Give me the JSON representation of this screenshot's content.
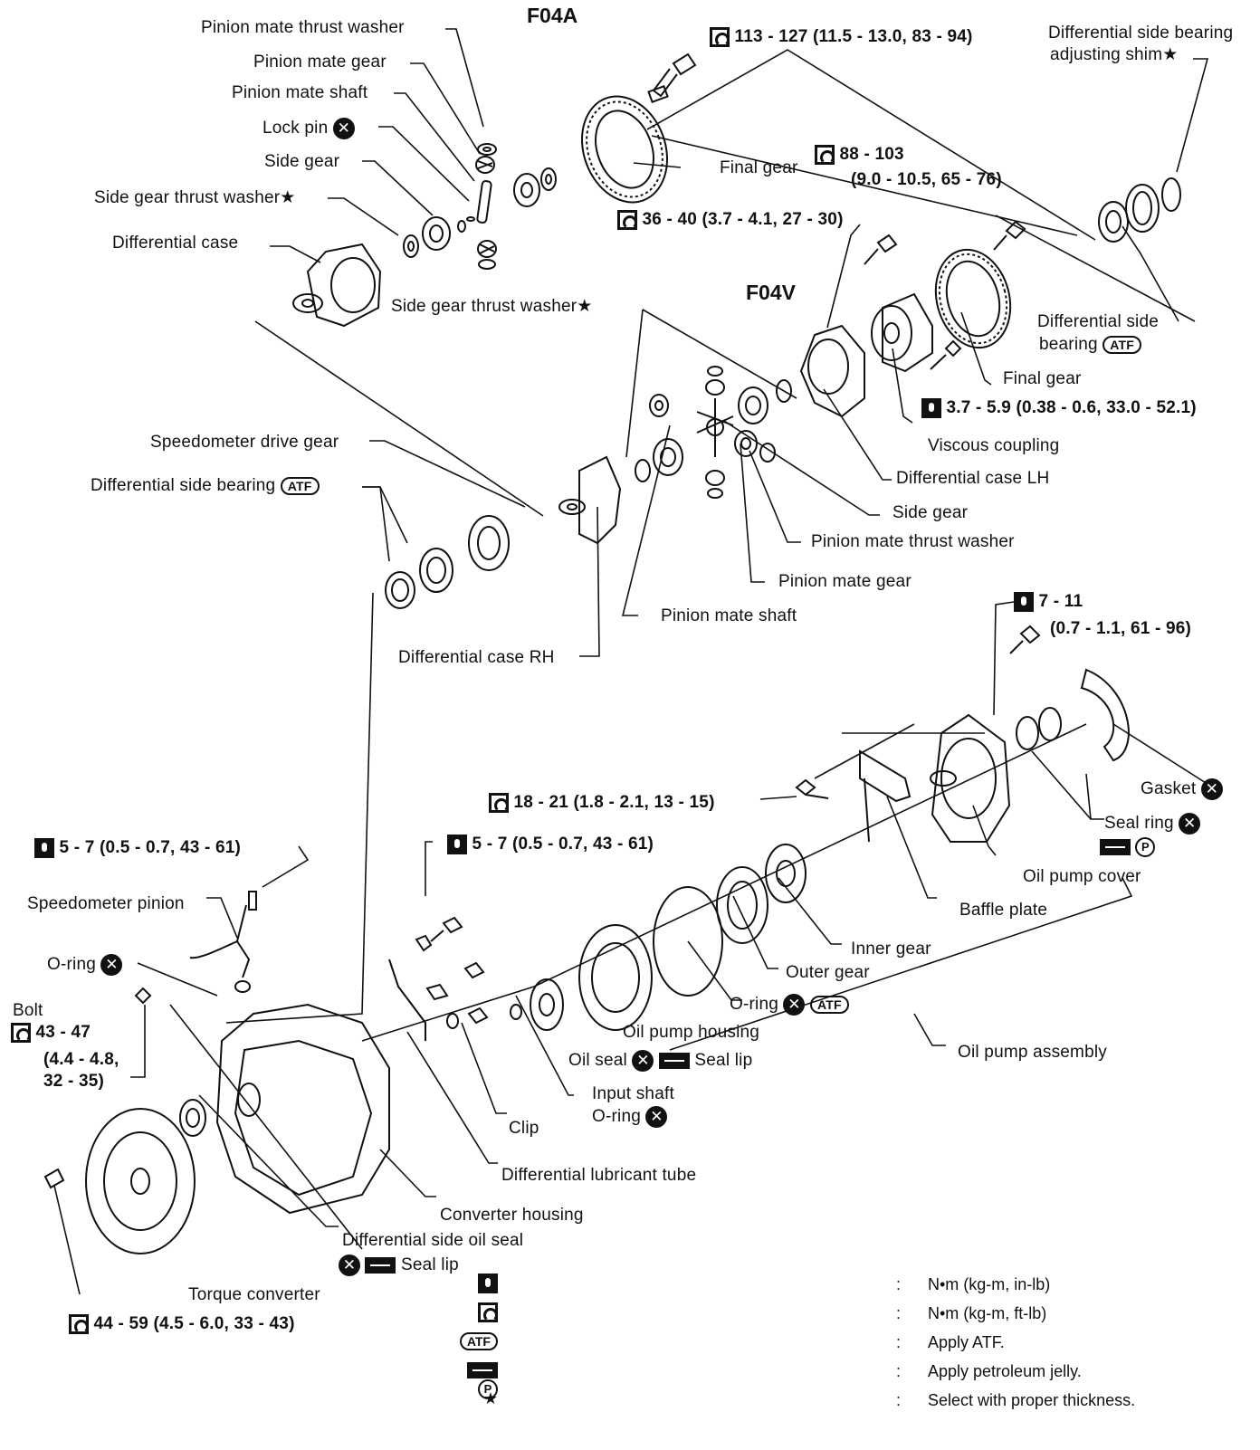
{
  "titles": {
    "f04a": "F04A",
    "f04v": "F04V"
  },
  "labels": {
    "pinion_mate_thrust_washer_top": "Pinion mate thrust washer",
    "pinion_mate_gear_top": "Pinion mate gear",
    "pinion_mate_shaft_top": "Pinion mate shaft",
    "lock_pin": "Lock pin",
    "side_gear_top": "Side gear",
    "side_gear_thrust_washer_top": "Side gear thrust washer",
    "differential_case": "Differential case",
    "side_gear_thrust_washer_mid": "Side gear thrust washer",
    "torque_final_gear_bolt_top": "113 - 127 (11.5 - 13.0, 83 - 94)",
    "diff_side_bearing_shim_1": "Differential side bearing",
    "diff_side_bearing_shim_2": "adjusting shim",
    "final_gear_top": "Final gear",
    "torque_final_gear_1": "88 - 103",
    "torque_final_gear_2": "(9.0 - 10.5, 65 - 76)",
    "torque_36_40": "36 - 40 (3.7 - 4.1, 27 - 30)",
    "diff_side_bearing_right_1": "Differential side",
    "diff_side_bearing_right_2": "bearing",
    "final_gear_right": "Final gear",
    "torque_viscous": "3.7 - 5.9 (0.38 - 0.6, 33.0 - 52.1)",
    "viscous_coupling": "Viscous coupling",
    "differential_case_lh": "Differential case LH",
    "side_gear_right": "Side gear",
    "pinion_mate_thrust_washer_right": "Pinion mate thrust washer",
    "pinion_mate_gear_right": "Pinion mate gear",
    "pinion_mate_shaft_mid": "Pinion mate shaft",
    "speedometer_drive_gear": "Speedometer drive gear",
    "differential_side_bearing_left": "Differential side bearing",
    "differential_case_rh": "Differential case RH",
    "torque_7_11_1": "7 - 11",
    "torque_7_11_2": "(0.7 - 1.1, 61 - 96)",
    "gasket": "Gasket",
    "seal_ring": "Seal ring",
    "torque_18_21": "18 - 21 (1.8 - 2.1, 13 - 15)",
    "oil_pump_cover": "Oil pump cover",
    "baffle_plate": "Baffle plate",
    "torque_5_7_left": "5 - 7 (0.5 - 0.7, 43 - 61)",
    "torque_5_7_mid": "5 - 7 (0.5 - 0.7, 43 - 61)",
    "speedometer_pinion": "Speedometer pinion",
    "o_ring_left": "O-ring",
    "bolt": "Bolt",
    "bolt_torque_1": "43 - 47",
    "bolt_torque_2": "(4.4 - 4.8,",
    "bolt_torque_3": "32 - 35)",
    "inner_gear": "Inner gear",
    "outer_gear": "Outer gear",
    "o_ring_pump": "O-ring",
    "oil_pump_housing": "Oil pump housing",
    "oil_seal": "Oil seal",
    "seal_lip_1": "Seal lip",
    "oil_pump_assembly": "Oil pump assembly",
    "input_shaft_1": "Input shaft",
    "input_shaft_2": "O-ring",
    "clip": "Clip",
    "differential_lubricant_tube": "Differential lubricant tube",
    "converter_housing": "Converter housing",
    "differential_side_oil_seal": "Differential side oil seal",
    "seal_lip_2": "Seal lip",
    "torque_converter": "Torque converter",
    "torque_44_59": "44 - 59 (4.5 - 6.0, 33 - 43)"
  },
  "symbols": {
    "atf": "ATF",
    "p": "P",
    "x": "✕",
    "star": "★",
    "colon": ":"
  },
  "legend": [
    {
      "symbol": "torque-in-lb-icon",
      "text": "N•m (kg-m, in-lb)"
    },
    {
      "symbol": "torque-ft-lb-icon",
      "text": "N•m (kg-m, ft-lb)"
    },
    {
      "symbol": "atf-icon",
      "text": "Apply ATF."
    },
    {
      "symbol": "petroleum-jelly-icon",
      "text": "Apply petroleum jelly."
    },
    {
      "symbol": "star-icon",
      "text": "Select with proper thickness."
    }
  ]
}
